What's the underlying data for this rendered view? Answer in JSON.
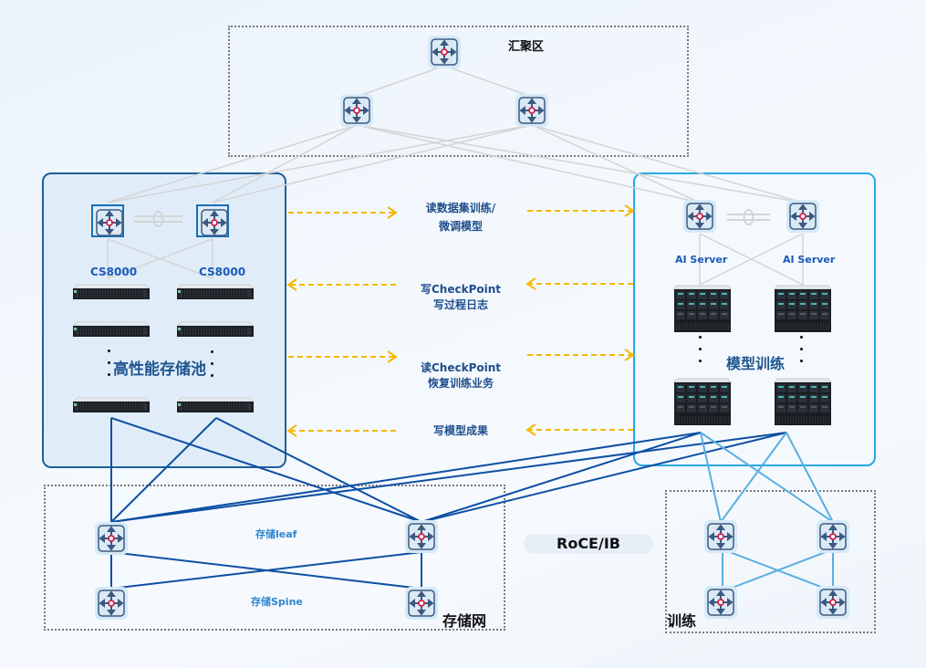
{
  "zones": {
    "aggregation": {
      "label": "汇聚区"
    },
    "storage_network": {
      "label": "存储网"
    },
    "training_network": {
      "label": "训练"
    }
  },
  "storage_pool": {
    "title": "高性能存储池",
    "devices": [
      {
        "label": "CS8000"
      },
      {
        "label": "CS8000"
      }
    ]
  },
  "training_cluster": {
    "title": "模型训练",
    "devices": [
      {
        "label": "AI Server"
      },
      {
        "label": "AI Server"
      }
    ]
  },
  "flows": [
    {
      "direction": "right",
      "lines": [
        "读数据集训练/",
        "微调模型"
      ]
    },
    {
      "direction": "left",
      "lines": [
        "写CheckPoint",
        "写过程日志"
      ]
    },
    {
      "direction": "right",
      "lines": [
        "读CheckPoint",
        "恢复训练业务"
      ]
    },
    {
      "direction": "left",
      "lines": [
        "写模型成果"
      ]
    }
  ],
  "storage_net_labels": {
    "leaf": "存储leaf",
    "spine": "存储Spine"
  },
  "protocol_badge": "RoCE/IB",
  "colors": {
    "flow_arrow": "#f5b800",
    "storage_link": "#0d4fa3",
    "training_link": "#5aaee0",
    "aggregation_link": "#d4d4d4",
    "storage_panel_border": "#1f5f99",
    "training_panel_border": "#29a9e0"
  }
}
